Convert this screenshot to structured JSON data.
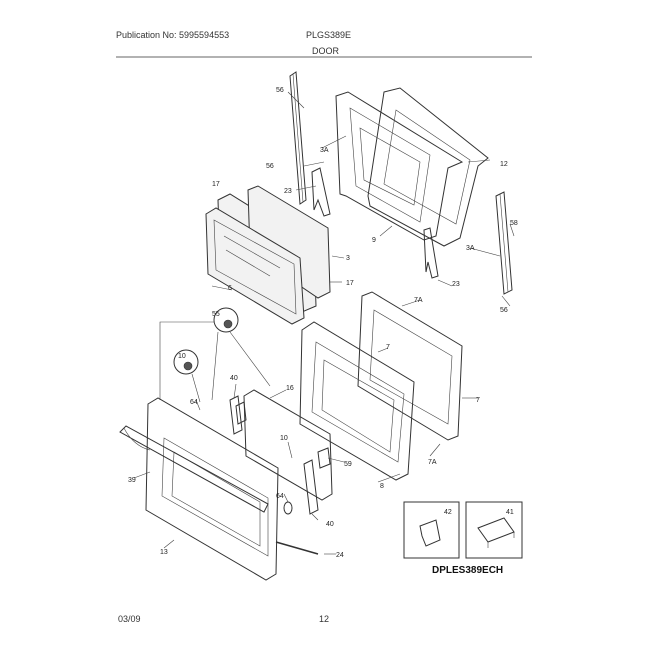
{
  "header": {
    "publication": "Publication No: 5995594553",
    "model": "PLGS389E",
    "section": "DOOR"
  },
  "footer": {
    "date": "03/09",
    "page": "12"
  },
  "diagram_code": "DPLES389ECH",
  "callouts": {
    "c56a": "56",
    "c3a_a": "3A",
    "c56b": "56",
    "c12": "12",
    "c23a": "23",
    "c9": "9",
    "c58": "58",
    "c3a_b": "3A",
    "c23b": "23",
    "c56c": "56",
    "c17a": "17",
    "c3": "3",
    "c17b": "17",
    "c6": "6",
    "c55": "55",
    "c10a": "10",
    "c64a": "64",
    "c40a": "40",
    "c16": "16",
    "c7a_a": "7A",
    "c7a": "7",
    "c7b": "7",
    "c7a_b": "7A",
    "c8": "8",
    "c10b": "10",
    "c59": "59",
    "c64b": "64",
    "c40b": "40",
    "c39": "39",
    "c13": "13",
    "c24": "24",
    "c42": "42",
    "c41": "41"
  }
}
